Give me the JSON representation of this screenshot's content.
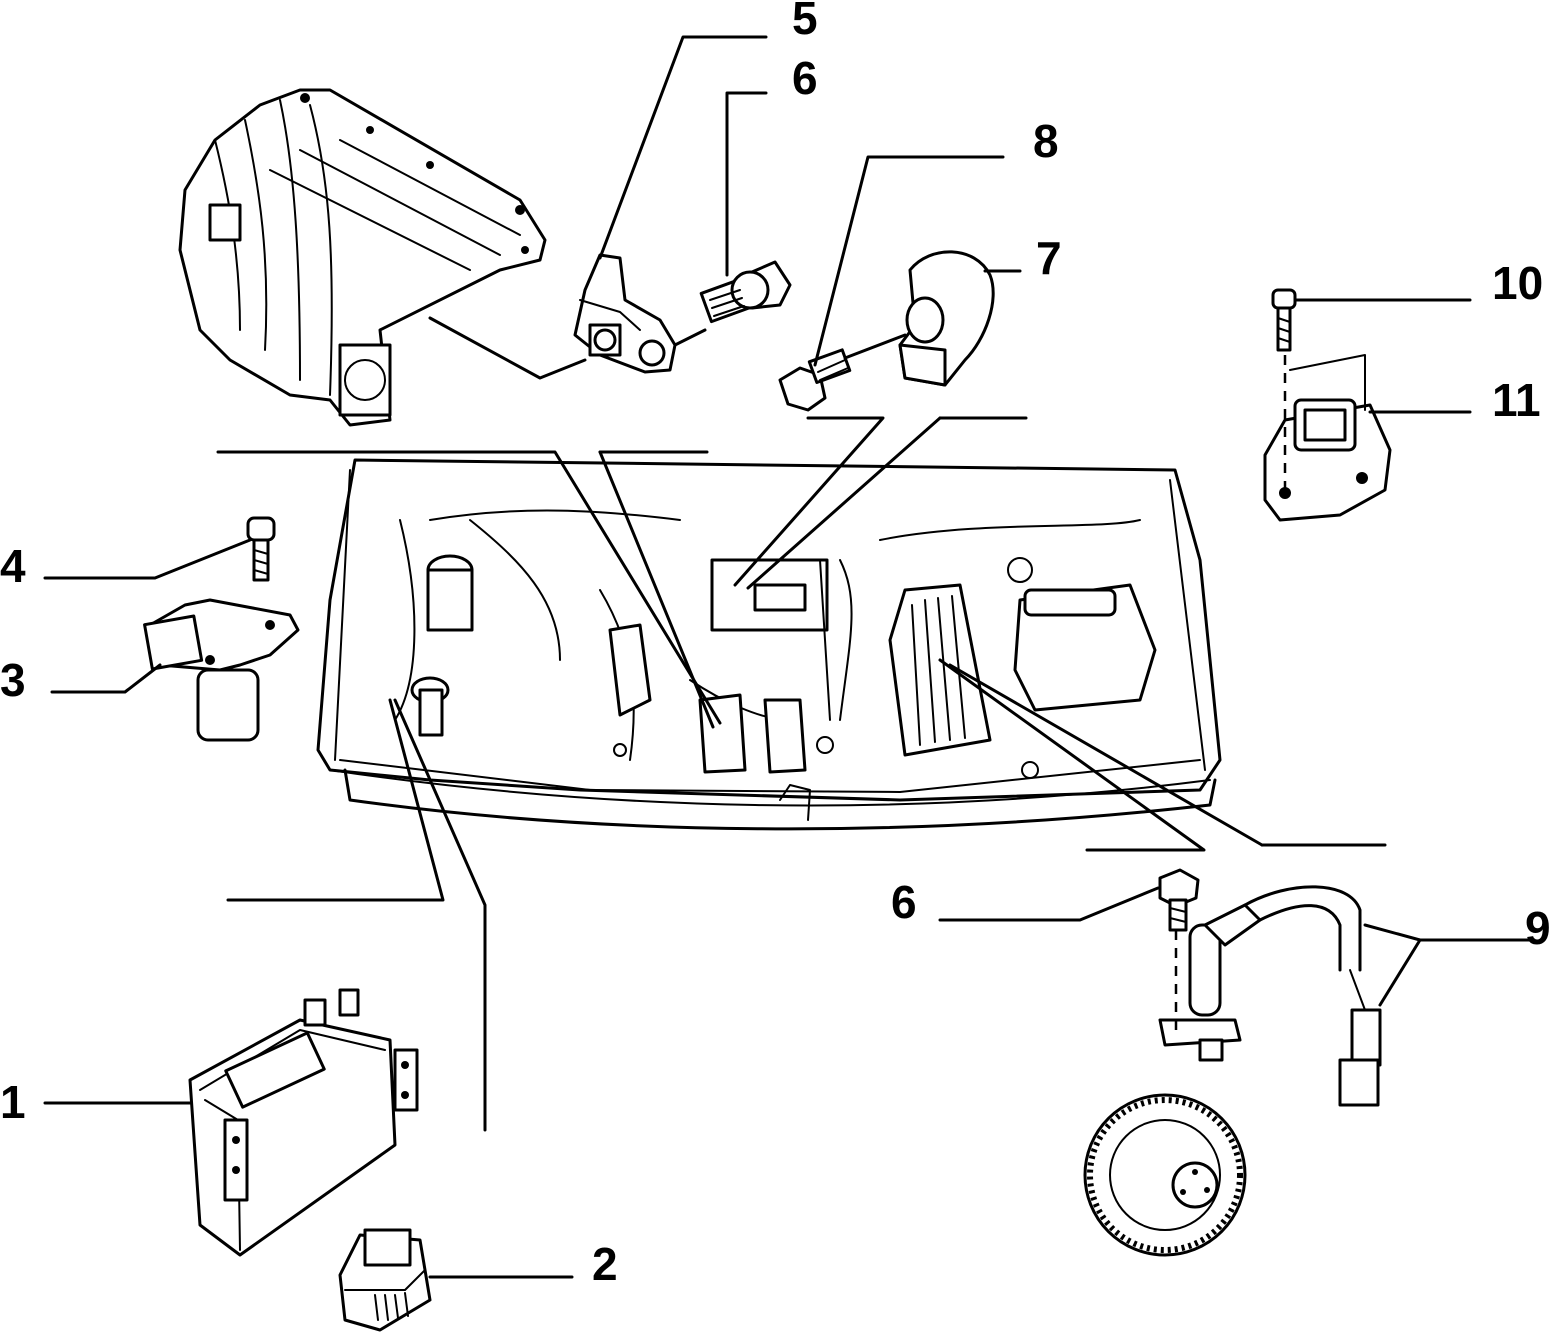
{
  "callouts": {
    "c1": "1",
    "c2": "2",
    "c3": "3",
    "c4": "4",
    "c5": "5",
    "c6_top": "6",
    "c6_bottom": "6",
    "c7": "7",
    "c8": "8",
    "c9": "9",
    "c10": "10",
    "c11": "11"
  }
}
